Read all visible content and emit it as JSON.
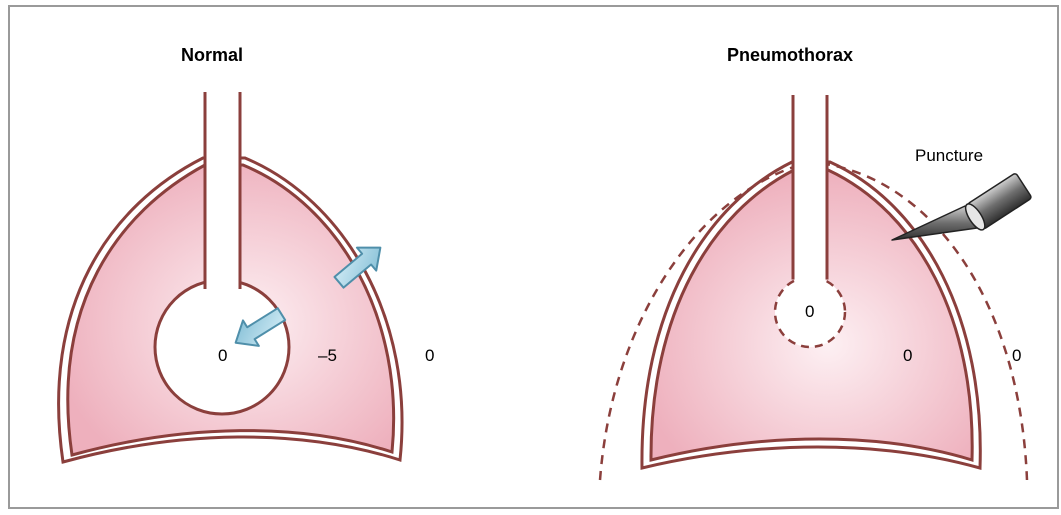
{
  "top_caption": "",
  "normal": {
    "title": "Normal",
    "alveolar_pressure": "0",
    "pleural_pressure": "–5",
    "atmospheric_pressure": "0"
  },
  "pneumothorax": {
    "title": "Pneumothorax",
    "alveolar_pressure": "0",
    "pleural_pressure": "0",
    "atmospheric_pressure": "0",
    "puncture_label": "Puncture"
  },
  "colors": {
    "lung_fill_center": "#fdf0f3",
    "lung_fill_edge": "#eeb0bd",
    "outline": "#8b3f3c",
    "arrow_fill": "#9ccfe2",
    "arrow_stroke": "#4f8faa",
    "needle_fill": "#7a7a7a"
  }
}
